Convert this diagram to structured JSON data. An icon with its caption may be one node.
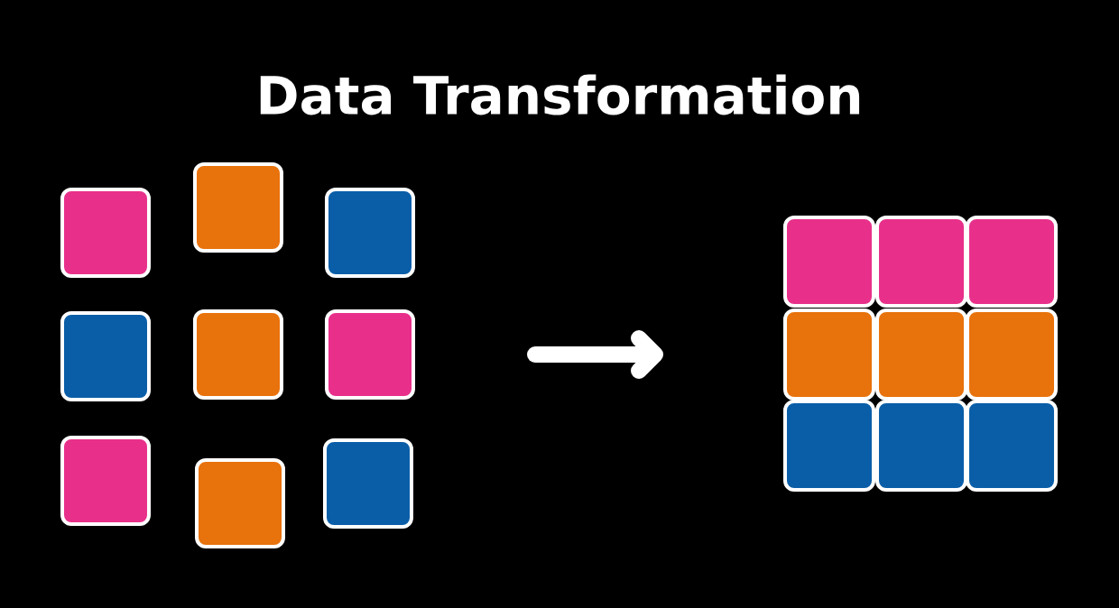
{
  "diagram": {
    "title": "Data Transformation",
    "nodes": [
      {
        "text": [],
        "shape": "box"
      },
      {
        "text": [],
        "shape": "box"
      },
      {
        "text": [],
        "shape": "box"
      },
      {
        "text": [],
        "shape": "box"
      },
      {
        "text": [],
        "shape": "box"
      },
      {
        "text": [],
        "shape": "box"
      },
      {
        "text": [],
        "shape": "box"
      },
      {
        "text": [],
        "shape": "box"
      },
      {
        "text": [],
        "shape": "box"
      },
      {
        "text": [],
        "shape": "box"
      },
      {
        "text": [],
        "shape": "box"
      },
      {
        "text": [],
        "shape": "box"
      },
      {
        "text": [],
        "shape": "box"
      },
      {
        "text": [],
        "shape": "box"
      },
      {
        "text": [],
        "shape": "box"
      },
      {
        "text": [],
        "shape": "box"
      },
      {
        "text": [],
        "shape": "box"
      },
      {
        "text": [],
        "shape": "box"
      }
    ]
  }
}
